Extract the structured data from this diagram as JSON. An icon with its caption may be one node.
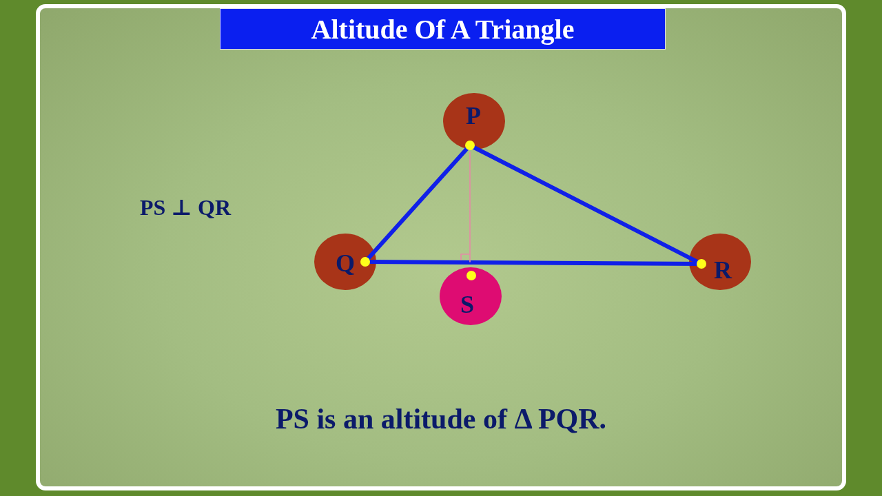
{
  "diagram": {
    "title": "Altitude Of A Triangle",
    "nodes": [
      {
        "text": [
          "P"
        ]
      },
      {
        "text": [
          "Q"
        ]
      },
      {
        "text": [
          "R"
        ]
      },
      {
        "text": [
          "S"
        ]
      }
    ],
    "edges": [
      {
        "from": 0,
        "to": 1,
        "arrow": "none"
      },
      {
        "from": 1,
        "to": 2,
        "arrow": "none"
      },
      {
        "from": 0,
        "to": 2,
        "arrow": "none"
      },
      {
        "from": 0,
        "to": 3,
        "arrow": "none",
        "color": "#e58aa6"
      }
    ],
    "labels": [
      "PS ⊥ QR"
    ],
    "caption": "PS is an altitude of Δ PQR."
  }
}
